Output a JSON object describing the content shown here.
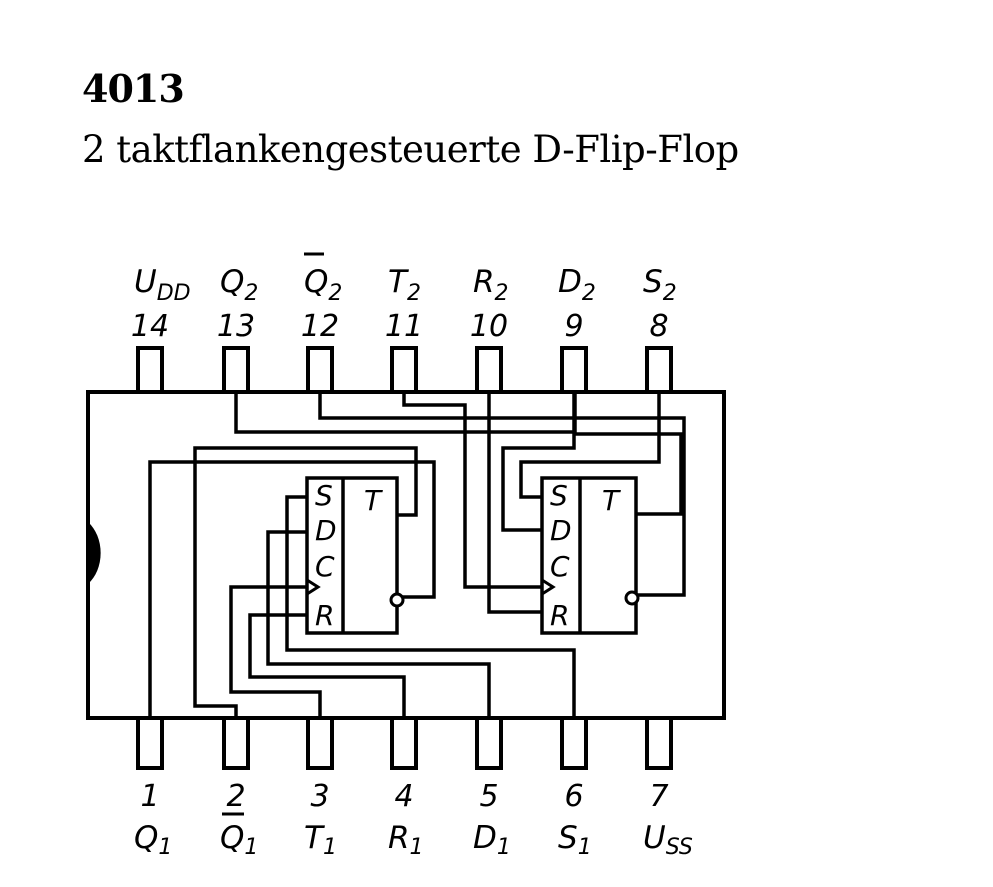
{
  "header": {
    "part_number": "4013",
    "description": "2 taktflankengesteuerte D-Flip-Flop"
  },
  "pins_top": [
    {
      "number": "14",
      "name": "U",
      "sub": "DD",
      "overline": false
    },
    {
      "number": "13",
      "name": "Q",
      "sub": "2",
      "overline": false
    },
    {
      "number": "12",
      "name": "Q",
      "sub": "2",
      "overline": true
    },
    {
      "number": "11",
      "name": "T",
      "sub": "2",
      "overline": false
    },
    {
      "number": "10",
      "name": "R",
      "sub": "2",
      "overline": false
    },
    {
      "number": "9",
      "name": "D",
      "sub": "2",
      "overline": false
    },
    {
      "number": "8",
      "name": "S",
      "sub": "2",
      "overline": false
    }
  ],
  "pins_bottom": [
    {
      "number": "1",
      "name": "Q",
      "sub": "1",
      "overline": false
    },
    {
      "number": "2",
      "name": "Q",
      "sub": "1",
      "overline": true
    },
    {
      "number": "3",
      "name": "T",
      "sub": "1",
      "overline": false
    },
    {
      "number": "4",
      "name": "R",
      "sub": "1",
      "overline": false
    },
    {
      "number": "5",
      "name": "D",
      "sub": "1",
      "overline": false
    },
    {
      "number": "6",
      "name": "S",
      "sub": "1",
      "overline": false
    },
    {
      "number": "7",
      "name": "U",
      "sub": "SS",
      "overline": false
    }
  ],
  "flip_flops": [
    {
      "id": "ff1",
      "inputs": [
        "S",
        "D",
        "C",
        "R"
      ],
      "output_label": "T"
    },
    {
      "id": "ff2",
      "inputs": [
        "S",
        "D",
        "C",
        "R"
      ],
      "output_label": "T"
    }
  ]
}
